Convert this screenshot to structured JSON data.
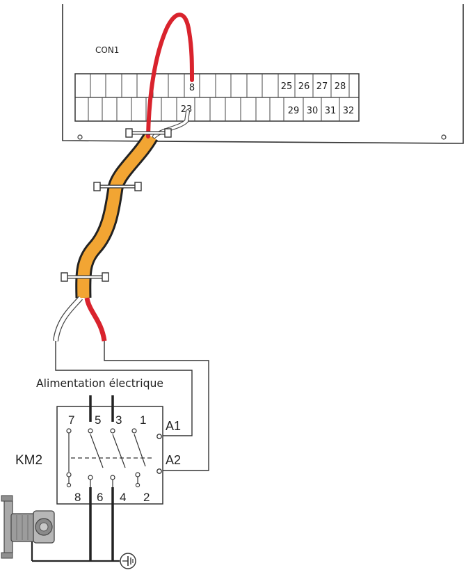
{
  "board": {
    "connector_label": "CON1",
    "top_row": [
      "",
      "",
      "",
      "",
      "",
      "",
      "",
      "",
      "8",
      "",
      "",
      "",
      "",
      "",
      "25",
      "26",
      "27",
      "28"
    ],
    "bottom_row": [
      "",
      "",
      "",
      "",
      "",
      "",
      "",
      "",
      "23",
      "",
      "",
      "",
      "",
      "",
      "29",
      "30",
      "31",
      "32"
    ]
  },
  "supply_label": "Alimentation électrique",
  "relay": {
    "name": "KM2",
    "top_terminals": [
      "7",
      "5",
      "3",
      "1"
    ],
    "bottom_terminals": [
      "8",
      "6",
      "4",
      "2"
    ],
    "coil_terminals": [
      "A1",
      "A2"
    ]
  },
  "colors": {
    "red_wire": "#d9232d",
    "orange_sheath": "#f2a533",
    "line": "#333333"
  }
}
